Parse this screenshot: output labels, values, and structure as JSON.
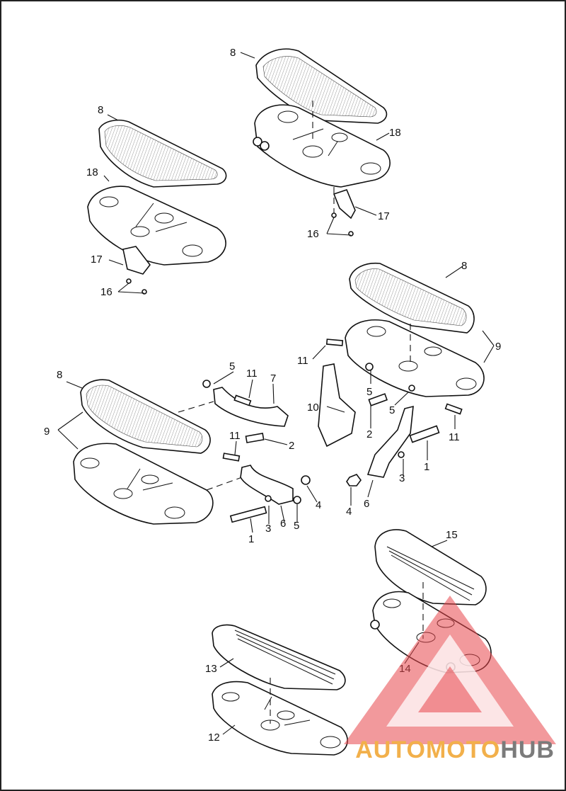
{
  "diagram": {
    "callouts": [
      {
        "id": "c8a",
        "label": "8"
      },
      {
        "id": "c18a",
        "label": "18"
      },
      {
        "id": "c17a",
        "label": "17"
      },
      {
        "id": "c16a",
        "label": "16"
      },
      {
        "id": "c8b",
        "label": "8"
      },
      {
        "id": "c18b",
        "label": "18"
      },
      {
        "id": "c17b",
        "label": "17"
      },
      {
        "id": "c16b",
        "label": "16"
      },
      {
        "id": "c8c",
        "label": "8"
      },
      {
        "id": "c9a",
        "label": "9"
      },
      {
        "id": "c11a",
        "label": "11"
      },
      {
        "id": "c5a",
        "label": "5"
      },
      {
        "id": "c10",
        "label": "10"
      },
      {
        "id": "c2a",
        "label": "2"
      },
      {
        "id": "c5b",
        "label": "5"
      },
      {
        "id": "c11b",
        "label": "11"
      },
      {
        "id": "c1a",
        "label": "1"
      },
      {
        "id": "c3a",
        "label": "3"
      },
      {
        "id": "c4a",
        "label": "4"
      },
      {
        "id": "c6a",
        "label": "6"
      },
      {
        "id": "c8d",
        "label": "8"
      },
      {
        "id": "c9b",
        "label": "9"
      },
      {
        "id": "c5c",
        "label": "5"
      },
      {
        "id": "c11c",
        "label": "11"
      },
      {
        "id": "c7",
        "label": "7"
      },
      {
        "id": "c11d",
        "label": "11"
      },
      {
        "id": "c2b",
        "label": "2"
      },
      {
        "id": "c4b",
        "label": "4"
      },
      {
        "id": "c5d",
        "label": "5"
      },
      {
        "id": "c6b",
        "label": "6"
      },
      {
        "id": "c3b",
        "label": "3"
      },
      {
        "id": "c1b",
        "label": "1"
      },
      {
        "id": "c15",
        "label": "15"
      },
      {
        "id": "c14",
        "label": "14"
      },
      {
        "id": "c13",
        "label": "13"
      },
      {
        "id": "c12",
        "label": "12"
      }
    ]
  },
  "watermark": {
    "part1": "AUTOMOTO",
    "part2": "HUB",
    "color_primary": "#f2b04b",
    "color_secondary": "#7b7b7b",
    "triangle_color": "#e8464a"
  }
}
